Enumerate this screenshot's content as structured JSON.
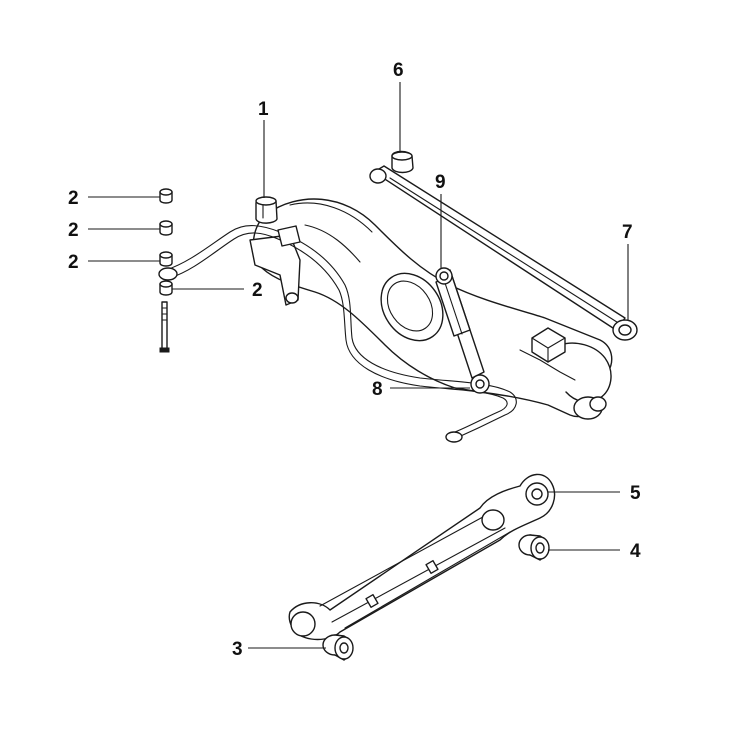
{
  "diagram": {
    "callouts": [
      {
        "id": "c1",
        "label": "1"
      },
      {
        "id": "c2a",
        "label": "2"
      },
      {
        "id": "c2b",
        "label": "2"
      },
      {
        "id": "c2c",
        "label": "2"
      },
      {
        "id": "c2d",
        "label": "2"
      },
      {
        "id": "c3",
        "label": "3"
      },
      {
        "id": "c4",
        "label": "4"
      },
      {
        "id": "c5",
        "label": "5"
      },
      {
        "id": "c6",
        "label": "6"
      },
      {
        "id": "c7",
        "label": "7"
      },
      {
        "id": "c8",
        "label": "8"
      },
      {
        "id": "c9",
        "label": "9"
      }
    ]
  }
}
